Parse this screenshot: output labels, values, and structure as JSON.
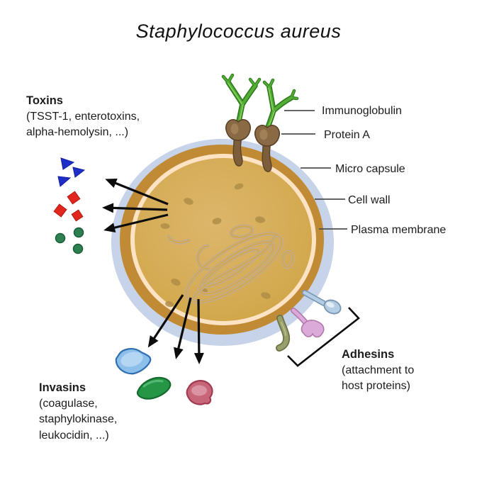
{
  "title": "Staphylococcus aureus",
  "labels": {
    "immunoglobulin": "Immunoglobulin",
    "protein_a": "Protein A",
    "micro_capsule": "Micro capsule",
    "cell_wall": "Cell wall",
    "plasma_membrane": "Plasma membrane"
  },
  "toxins": {
    "title": "Toxins",
    "line1": "(TSST-1, enterotoxins,",
    "line2": "alpha-hemolysin, ...)"
  },
  "invasins": {
    "title": "Invasins",
    "line1": "(coagulase,",
    "line2": "staphylokinase,",
    "line3": "leukocidin, ...)"
  },
  "adhesins": {
    "title": "Adhesins",
    "line1": "(attachment to",
    "line2": "host proteins)"
  },
  "colors": {
    "background": "#ffffff",
    "capsule": "#c6d3e9",
    "cell_wall": "#c08b34",
    "plasma_membrane": "#fde2c4",
    "cytoplasm": "#d3a94f",
    "nucleoid": "#c0ab94",
    "speck": "#b18e47",
    "immunoglobulin_green": "#54ae35",
    "protein_a_brown": "#8a6a45",
    "adhesin_blue": "#b5cde2",
    "adhesin_pink": "#dcaad8",
    "adhesin_olive": "#9aa06b",
    "toxin_triangle_blue": "#1f2ec4",
    "toxin_diamond_red": "#e1261d",
    "toxin_circle_green": "#2d8050",
    "invasin_blue": "#8cc0ea",
    "invasin_green": "#249646",
    "invasin_red": "#c76679",
    "arrow_black": "#0c0c0c",
    "leader_gray": "#4f4f4f"
  }
}
